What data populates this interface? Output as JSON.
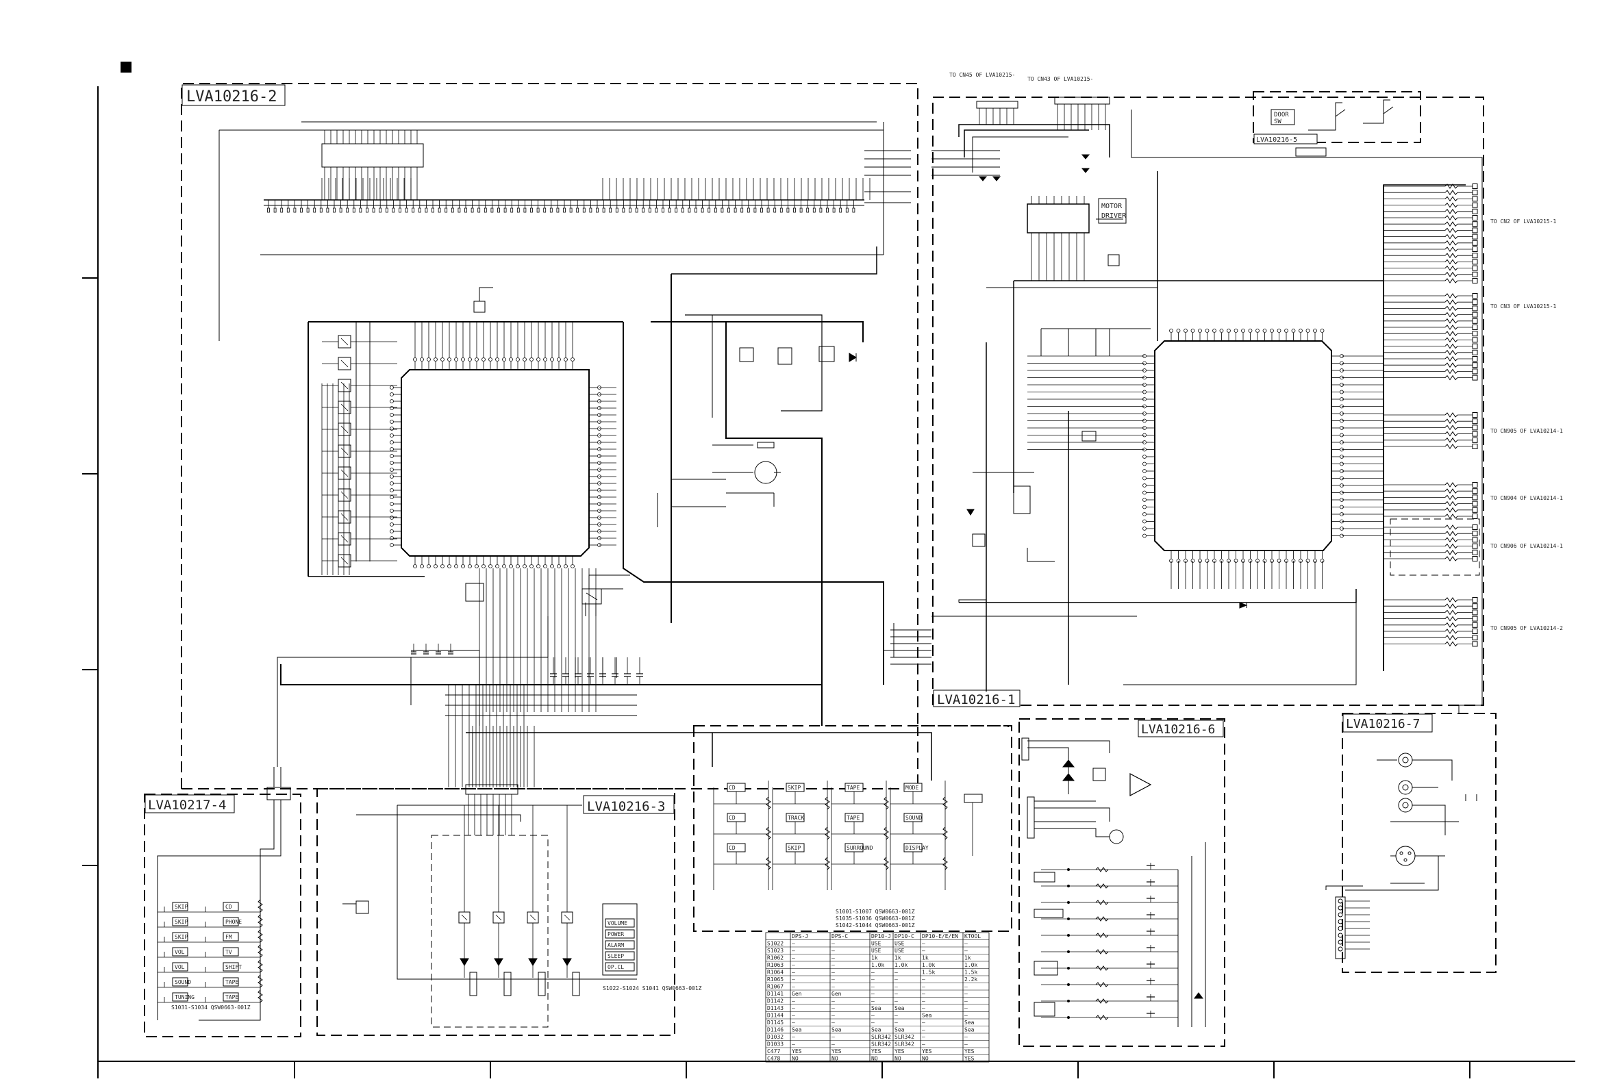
{
  "boards": [
    {
      "id": "b2",
      "label": "LVA10216-2"
    },
    {
      "id": "b1",
      "label": "LVA10216-1"
    },
    {
      "id": "b4",
      "label": "LVA10217-4"
    },
    {
      "id": "b3",
      "label": "LVA10216-3"
    },
    {
      "id": "b6",
      "label": "LVA10216-6"
    },
    {
      "id": "b7",
      "label": "LVA10216-7"
    },
    {
      "id": "b5",
      "label": "LVA10216-5"
    }
  ],
  "motor_driver": {
    "line1": "MOTOR",
    "line2": "DRIVER"
  },
  "door_switch": {
    "line1": "DOOR",
    "line2": "SW"
  },
  "connector_notes": [
    "TO CN2 OF LVA10215-1",
    "TO CN3 OF LVA10215-1",
    "TO CN905 OF LVA10214-1",
    "TO CN904 OF LVA10214-1",
    "TO CN906 OF LVA10214-1",
    "TO CN905 OF LVA10214-2"
  ],
  "top_connector_notes": [
    "TO CN45 OF LVA10215-",
    "TO CN43 OF LVA10215-"
  ],
  "key_labels_b4": [
    "SKIP",
    "SKIP",
    "SKIP",
    "VOL",
    "VOL",
    "SOUND",
    "TUNING",
    "CD",
    "PHONE",
    "FM",
    "TV",
    "SHIFT",
    "TAPE",
    "TAPE"
  ],
  "key_labels_b3": [
    "VOLUME",
    "POWER",
    "ALARM",
    "SLEEP",
    "OP.CL"
  ],
  "key_labels_center": [
    "CD",
    "CD",
    "CD",
    "SKIP",
    "TRACK",
    "SKIP",
    "TAPE",
    "TAPE",
    "SURROUND",
    "MODE",
    "SOUND",
    "DISPLAY"
  ],
  "part_notes": {
    "b4": "S1031-S1034 QSW0663-001Z",
    "b3": "S1022-S1024 S1041 QSW0663-001Z",
    "center1": "S1001-S1007 QSW0663-001Z",
    "center2": "S1035-S1036 QSW0663-001Z",
    "center3": "S1042-S1044 QSW0663-001Z"
  },
  "table": {
    "headers": [
      "",
      "DPS-J",
      "DPS-C",
      "DP10-J",
      "DP10-C",
      "DP10-E/E/EN",
      "KTOOL"
    ],
    "rows": [
      [
        "S1022",
        "—",
        "—",
        "USE",
        "USE",
        "—",
        "—"
      ],
      [
        "S1023",
        "—",
        "—",
        "USE",
        "USE",
        "—",
        "—"
      ],
      [
        "R1062",
        "—",
        "—",
        "1k",
        "1k",
        "1k",
        "1k"
      ],
      [
        "R1063",
        "—",
        "—",
        "1.0k",
        "1.0k",
        "1.0k",
        "1.0k"
      ],
      [
        "R1064",
        "—",
        "—",
        "—",
        "—",
        "1.5k",
        "1.5k"
      ],
      [
        "R1065",
        "—",
        "—",
        "—",
        "—",
        "—",
        "2.2k"
      ],
      [
        "R1067",
        "—",
        "—",
        "—",
        "—",
        "—",
        "—"
      ],
      [
        "D1141",
        "Gen",
        "Gen",
        "—",
        "—",
        "—",
        "—"
      ],
      [
        "D1142",
        "—",
        "—",
        "—",
        "—",
        "—",
        "—"
      ],
      [
        "D1143",
        "—",
        "—",
        "Sea",
        "Sea",
        "—",
        "—"
      ],
      [
        "D1144",
        "—",
        "—",
        "—",
        "—",
        "Sea",
        "—"
      ],
      [
        "D1145",
        "—",
        "—",
        "—",
        "—",
        "—",
        "Sea"
      ],
      [
        "D1146",
        "Sea",
        "Sea",
        "Sea",
        "Sea",
        "—",
        "Sea"
      ],
      [
        "D1032",
        "—",
        "—",
        "SLR342",
        "SLR342",
        "—",
        "—"
      ],
      [
        "D1033",
        "—",
        "—",
        "SLR342",
        "SLR342",
        "—",
        "—"
      ],
      [
        "C477",
        "YES",
        "YES",
        "YES",
        "YES",
        "YES",
        "YES"
      ],
      [
        "C478",
        "NO",
        "NO",
        "NO",
        "NO",
        "NO",
        "YES"
      ]
    ]
  }
}
